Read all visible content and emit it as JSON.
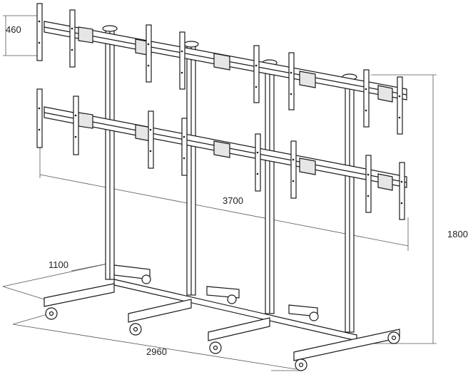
{
  "dimensions": {
    "bracket_height": "460",
    "total_width": "3700",
    "total_height": "1800",
    "base_depth": "1100",
    "base_width": "2960"
  },
  "colors": {
    "line": "#1a1a1a",
    "fill": "#ffffff",
    "shade": "#e6e6e6"
  }
}
